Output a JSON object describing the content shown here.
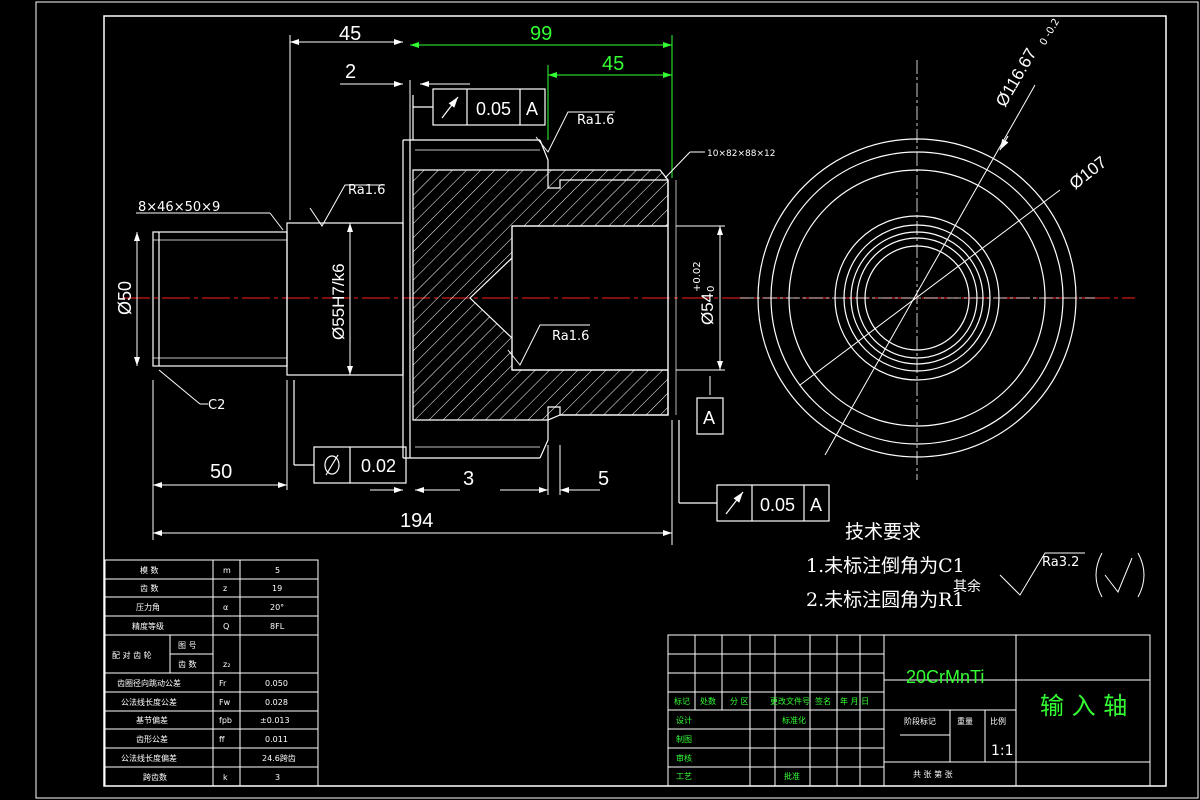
{
  "drawing": {
    "title": "输 入 轴",
    "material": "20CrMnTi",
    "scale": "1:1",
    "sheet_text": "共   张  第   张"
  },
  "title_block": {
    "row_labels": [
      "标记",
      "处数",
      "分 区",
      "更改文件号",
      "签名",
      "年 月 日"
    ],
    "design": "设计",
    "standardize": "标准化",
    "check": "审核",
    "process": "工艺",
    "approve": "批准",
    "stage_mark": "阶段标记",
    "weight": "重量",
    "ratio": "比例",
    "draw": "制图"
  },
  "dimensions": {
    "d45_top": "45",
    "d99": "99",
    "d45_green": "45",
    "d2": "2",
    "d50": "50",
    "d194": "194",
    "d3": "3",
    "d5": "5",
    "spline_left": "8×46×50×9",
    "spline_right": "10×82×88×12",
    "phi50": "Ø50",
    "phi55": "Ø55H7/k6",
    "phi54": "Ø54",
    "phi54_tol_up": "+0.02",
    "phi54_tol_low": "0",
    "phi116": "Ø116.67",
    "phi116_tol": "0\n-0.2",
    "phi107": "Ø107",
    "c2": "C2",
    "ra16_a": "Ra1.6",
    "ra16_b": "Ra1.6",
    "ra16_c": "Ra1.6",
    "ra32": "Ra3.2",
    "datum": "A"
  },
  "tolerances": {
    "runout1": {
      "value": "0.05",
      "datum": "A"
    },
    "runout2": {
      "value": "0.05",
      "datum": "A"
    },
    "cyl": {
      "value": "0.02"
    }
  },
  "requirements": {
    "heading": "技术要求",
    "item1": "1.未标注倒角为C1",
    "item2": "2.未标注圆角为R1",
    "rest": "其余"
  },
  "gear_table": [
    {
      "name": "模 数",
      "sym": "m",
      "val": "5"
    },
    {
      "name": "齿 数",
      "sym": "z",
      "val": "19"
    },
    {
      "name": "压力角",
      "sym": "α",
      "val": "20°"
    },
    {
      "name": "精度等级",
      "sym": "Q",
      "val": "8FL"
    },
    {
      "name": "配 对 齿 轮",
      "sub1": "图 号",
      "sub2": "齿 数",
      "sym": "z₂",
      "val": ""
    },
    {
      "name": "齿圈径向跳动公差",
      "sym": "Fr",
      "val": "0.050"
    },
    {
      "name": "公法线长度公差",
      "sym": "Fw",
      "val": "0.028"
    },
    {
      "name": "基节偏差",
      "sym": "fpb",
      "val": "±0.013"
    },
    {
      "name": "齿形公差",
      "sym": "ff",
      "val": "0.011"
    },
    {
      "name": "公法线长度偏差",
      "sym": "",
      "val": "24.6跨齿"
    },
    {
      "name": "跨齿数",
      "sym": "k",
      "val": "3"
    }
  ],
  "colors": {
    "line": "#ffffff",
    "center": "#ff2020",
    "dim_green": "#33ff33",
    "bg": "#000000"
  }
}
